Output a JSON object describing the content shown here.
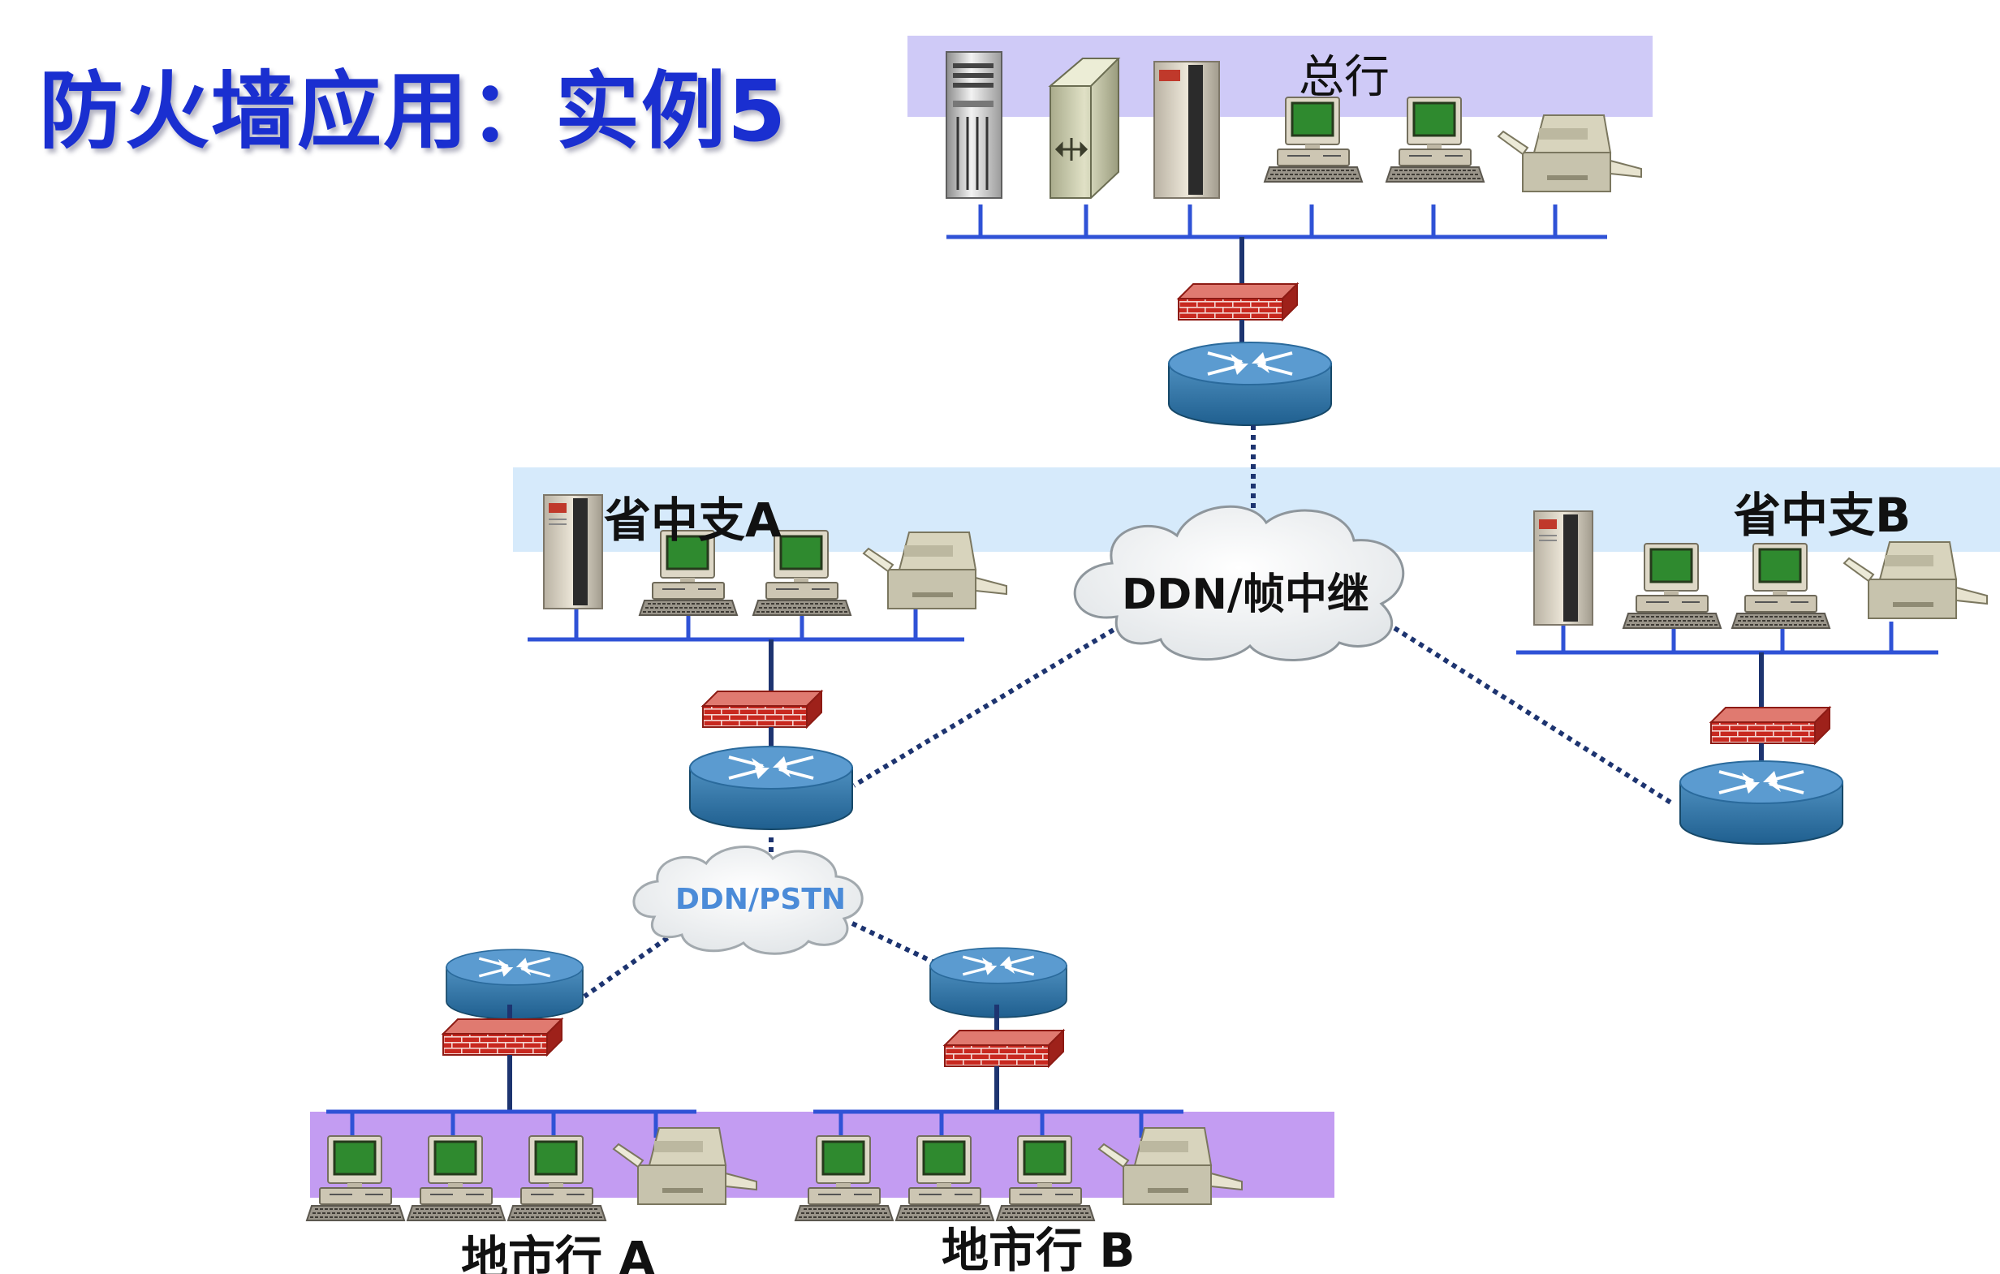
{
  "title": "防火墙应用：实例5",
  "sites": {
    "hq": "总行",
    "province_a": "省中支A",
    "province_b": "省中支B",
    "city_a": "地市行 A",
    "city_b": "地市行 B"
  },
  "clouds": {
    "ddn_fr": "DDN/帧中继",
    "ddn_pstn": "DDN/PSTN"
  },
  "colors": {
    "title": "#1a2fd0",
    "band_hq": "#cfcaf7",
    "band_province": "#d6eafb",
    "band_city": "#c39cf2",
    "lan_line": "#2f52d6",
    "link": "#1d3470"
  }
}
